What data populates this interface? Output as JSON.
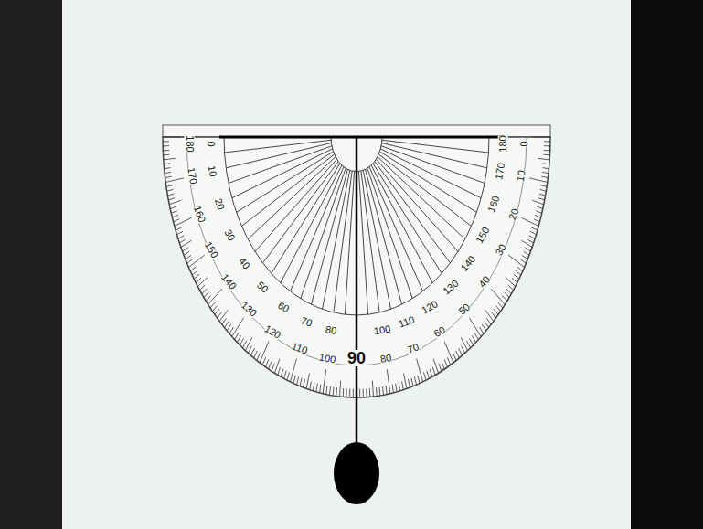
{
  "diagram": {
    "labels": [
      "0",
      "10",
      "20",
      "30",
      "40",
      "50",
      "60",
      "70",
      "80",
      "100",
      "110",
      "120",
      "130",
      "140",
      "150",
      "160",
      "170",
      "180",
      "180",
      "170",
      "160",
      "150",
      "140",
      "130",
      "120",
      "110",
      "100",
      "90",
      "80",
      "70",
      "60",
      "50",
      "40",
      "30",
      "20",
      "10",
      "0"
    ]
  }
}
